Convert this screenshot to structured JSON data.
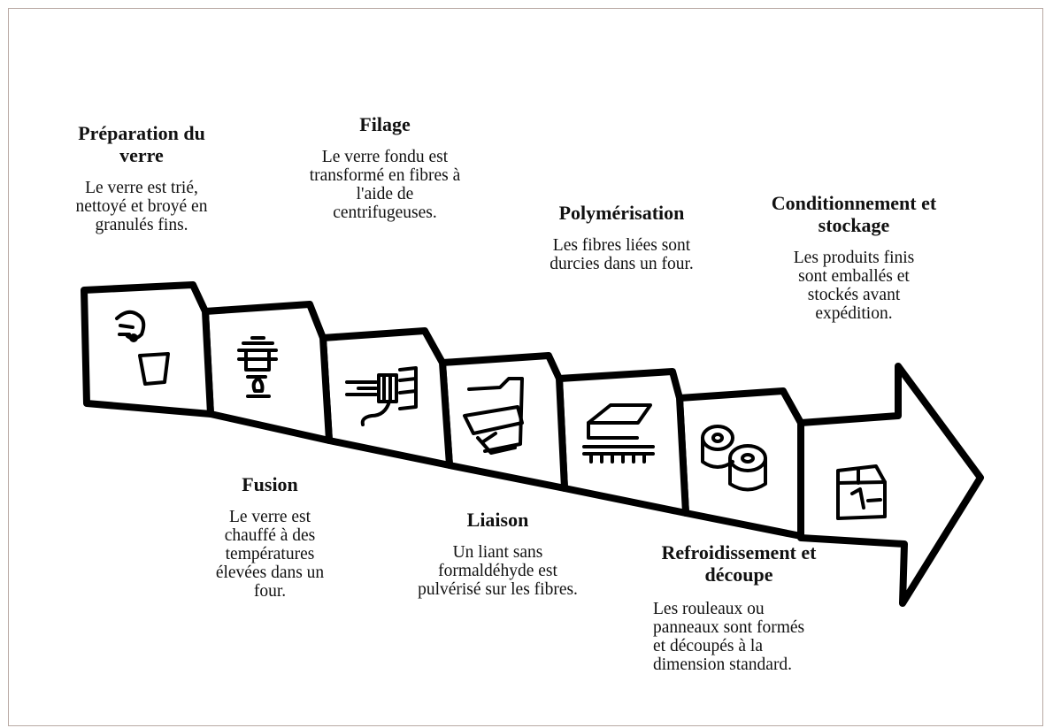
{
  "steps": [
    {
      "title": "Préparation du verre",
      "desc": "Le verre est trié, nettoyé et broyé en granulés fins.",
      "icon": "hand-bucket-icon"
    },
    {
      "title": "Fusion",
      "desc": "Le verre est chauffé à des températures élevées dans un four.",
      "icon": "pot-on-flame-icon"
    },
    {
      "title": "Filage",
      "desc": "Le verre fondu est transformé en fibres à l'aide de centrifugeuses.",
      "icon": "fiber-spool-icon"
    },
    {
      "title": "Liaison",
      "desc": "Un liant sans formaldéhyde est pulvérisé sur les fibres.",
      "icon": "binding-wrap-icon"
    },
    {
      "title": "Polymérisation",
      "desc": "Les fibres liées sont durcies dans un four.",
      "icon": "curing-oven-conveyor-icon"
    },
    {
      "title": "Refroidissement et découpe",
      "desc": "Les rouleaux ou panneaux sont formés et découpés à la dimension standard.",
      "icon": "rolls-icon"
    },
    {
      "title": "Conditionnement et stockage",
      "desc": "Les produits finis sont emballés et stockés avant expédition.",
      "icon": "box-icon"
    }
  ]
}
